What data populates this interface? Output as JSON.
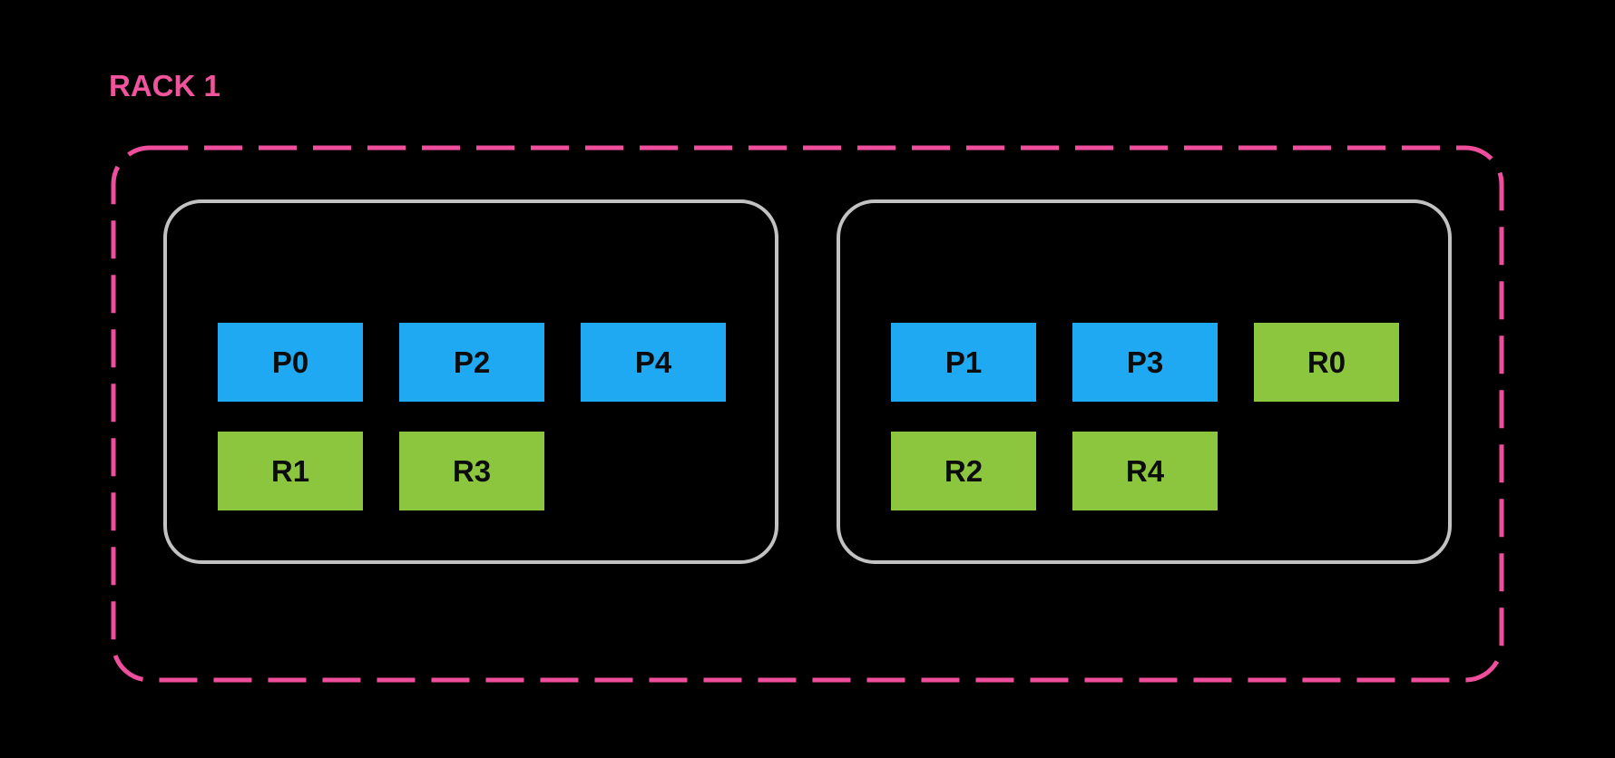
{
  "rack": {
    "label": "RACK 1"
  },
  "colors": {
    "background": "#000000",
    "rack_border": "#ee4e9b",
    "rack_label": "#f0549c",
    "node_border": "#c2c2c2",
    "chip_blue": "#1ea9f2",
    "chip_green": "#8cc63f",
    "chip_text": "#0c0c0c"
  },
  "nodes": [
    {
      "rows": [
        [
          {
            "label": "P0",
            "color_key": "blue"
          },
          {
            "label": "P2",
            "color_key": "blue"
          },
          {
            "label": "P4",
            "color_key": "blue"
          }
        ],
        [
          {
            "label": "R1",
            "color_key": "green"
          },
          {
            "label": "R3",
            "color_key": "green"
          }
        ]
      ]
    },
    {
      "rows": [
        [
          {
            "label": "P1",
            "color_key": "blue"
          },
          {
            "label": "P3",
            "color_key": "blue"
          },
          {
            "label": "R0",
            "color_key": "green"
          }
        ],
        [
          {
            "label": "R2",
            "color_key": "green"
          },
          {
            "label": "R4",
            "color_key": "green"
          }
        ]
      ]
    }
  ]
}
